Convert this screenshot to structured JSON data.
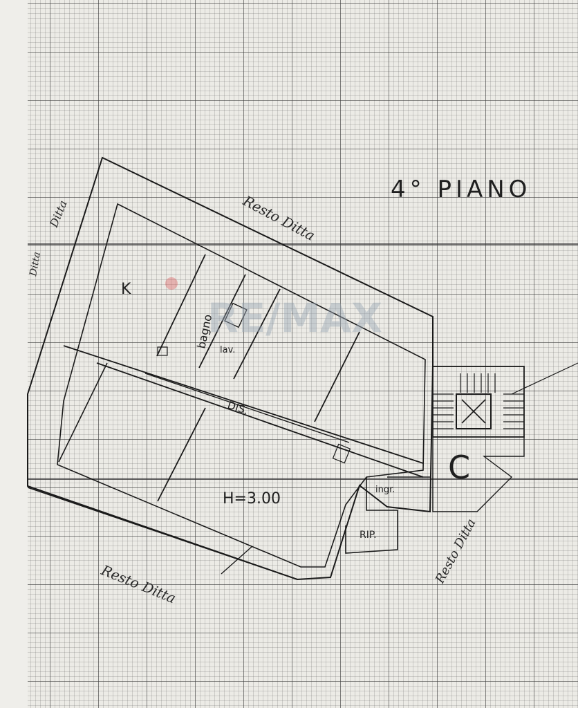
{
  "title": "4° PIANO",
  "rooms": {
    "kitchen": "K",
    "bath": "bagno",
    "laundry": "lav.",
    "corridor": "DIS.",
    "entrance": "ingr.",
    "storage": "RIP."
  },
  "stair_letter": "C",
  "height": "H=3.00",
  "notes": {
    "top": "Resto Ditta",
    "bottom": "Resto Ditta",
    "right": "Resto Ditta",
    "left_top": "Ditta",
    "left_mid": "Ditta"
  },
  "watermark": "RE/MAX",
  "colors": {
    "ink": "#1f1f1f",
    "paper": "#ecebe6",
    "watermark_red": "#d9474a",
    "watermark_blue": "#3a6ea8"
  }
}
